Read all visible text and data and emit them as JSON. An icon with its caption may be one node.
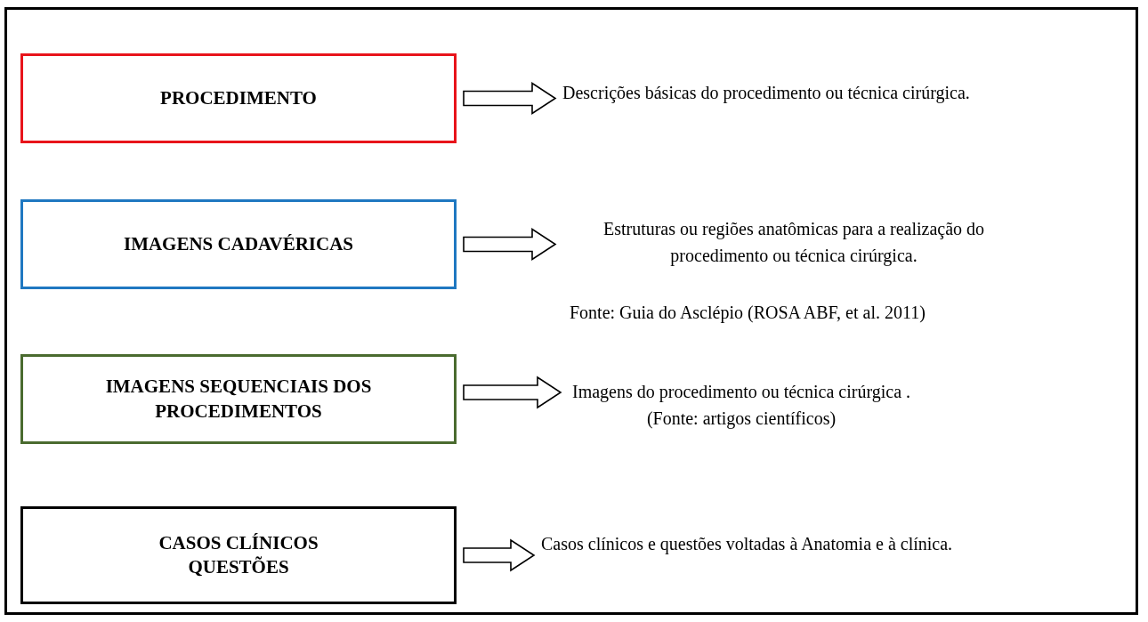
{
  "diagram": {
    "nodes": [
      {
        "text": [
          "PROCEDIMENTO"
        ]
      },
      {
        "text": [
          "Descrições básicas do procedimento ou técnica cirúrgica."
        ]
      },
      {
        "text": [
          "IMAGENS CADAVÉRICAS"
        ]
      },
      {
        "text": [
          "Estruturas ou regiões anatômicas para a realização do procedimento ou técnica cirúrgica."
        ]
      },
      {
        "text": [
          "IMAGENS SEQUENCIAIS DOS PROCEDIMENTOS"
        ]
      },
      {
        "text": [
          "Imagens do procedimento ou técnica cirúrgica . (Fonte: artigos científicos)"
        ]
      },
      {
        "text": [
          "CASOS CLÍNICOS QUESTÕES"
        ]
      },
      {
        "text": [
          "Casos clínicos e questões voltadas à Anatomia e à clínica."
        ]
      }
    ],
    "edges": [
      {
        "from": 0,
        "to": 1,
        "arrow": "to"
      },
      {
        "from": 2,
        "to": 3,
        "arrow": "to"
      },
      {
        "from": 4,
        "to": 5,
        "arrow": "to"
      },
      {
        "from": 6,
        "to": 7,
        "arrow": "to"
      }
    ],
    "labels": [
      "Fonte: Guia do Asclépio (ROSA ABF, et al. 2011)"
    ]
  }
}
